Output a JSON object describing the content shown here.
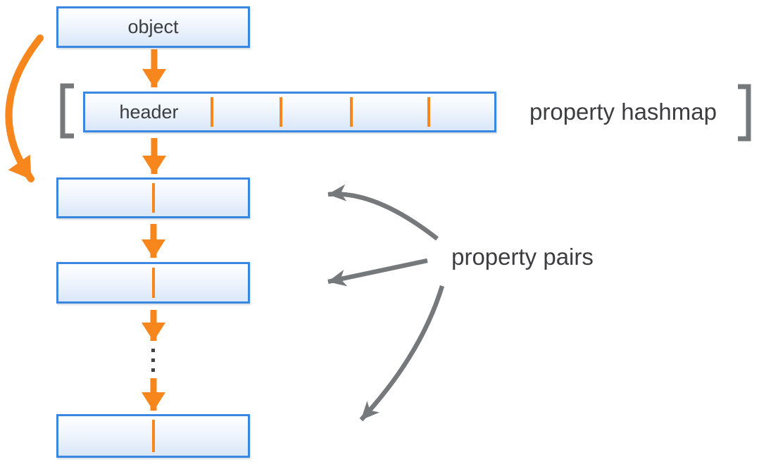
{
  "diagram": {
    "object_label": "object",
    "header_label": "header",
    "hashmap_annotation": "property hashmap",
    "pairs_annotation": "property pairs"
  },
  "colors": {
    "accent_orange": "#F7861D",
    "box_border_blue": "#3A87E2",
    "box_fill_top": "#FEFEFF",
    "box_fill_bottom": "#D9E7F8",
    "annotation_gray": "#76797B",
    "text_dark": "#3B3D40",
    "dot_gray": "#424242"
  }
}
